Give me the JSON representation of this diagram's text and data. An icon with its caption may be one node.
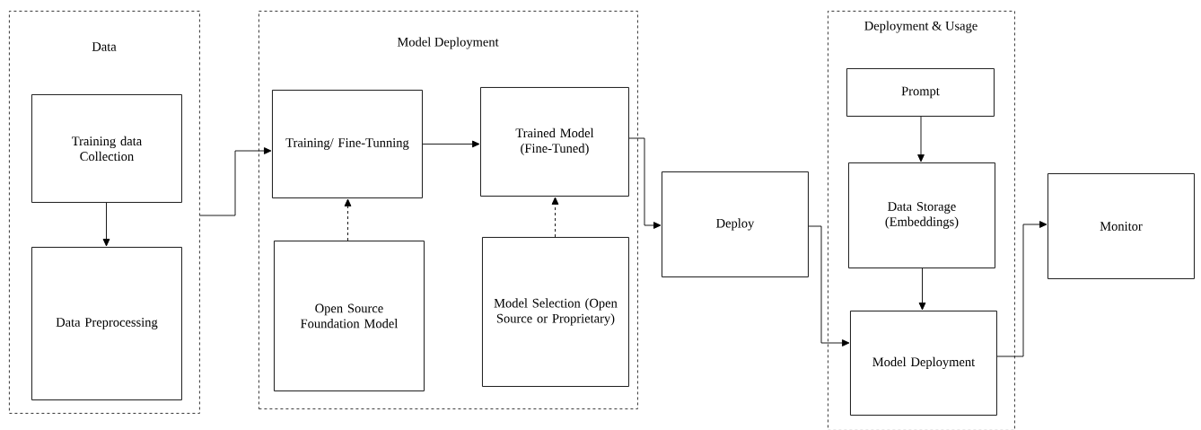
{
  "diagram": {
    "nodes": [
      {
        "text": [
          "Data"
        ]
      },
      {
        "text": [
          "Training data Collection"
        ],
        "in": 0
      },
      {
        "text": [
          "Data Preprocessing"
        ],
        "in": 0
      },
      {
        "text": [
          "Model Deployment"
        ]
      },
      {
        "text": [
          "Training/ Fine-Tunning"
        ],
        "in": 3
      },
      {
        "text": [
          "Trained Model (Fine-Tuned)"
        ],
        "in": 3
      },
      {
        "text": [
          "Open Source Foundation Model"
        ],
        "in": 3
      },
      {
        "text": [
          "Model Selection (Open Source or Proprietary)"
        ],
        "in": 3
      },
      {
        "text": [
          "Deploy"
        ]
      },
      {
        "text": [
          "Deployment & Usage"
        ]
      },
      {
        "text": [
          "Prompt"
        ],
        "in": 9
      },
      {
        "text": [
          "Data Storage (Embeddings)"
        ],
        "in": 9
      },
      {
        "text": [
          "Model Deployment"
        ],
        "in": 9
      },
      {
        "text": [
          "Monitor"
        ]
      }
    ],
    "edges": [
      {
        "from": 1,
        "to": 2,
        "arrow": "to"
      },
      {
        "from": 0,
        "to": 4,
        "arrow": "to"
      },
      {
        "from": 4,
        "to": 5,
        "arrow": "to"
      },
      {
        "from": 6,
        "to": 4,
        "arrow": "to",
        "style": "dashed"
      },
      {
        "from": 7,
        "to": 5,
        "arrow": "to",
        "style": "dashed"
      },
      {
        "from": 5,
        "to": 8,
        "arrow": "to"
      },
      {
        "from": 8,
        "to": 12,
        "arrow": "to"
      },
      {
        "from": 10,
        "to": 11,
        "arrow": "to"
      },
      {
        "from": 11,
        "to": 12,
        "arrow": "to"
      },
      {
        "from": 12,
        "to": 13,
        "arrow": "to"
      }
    ]
  }
}
